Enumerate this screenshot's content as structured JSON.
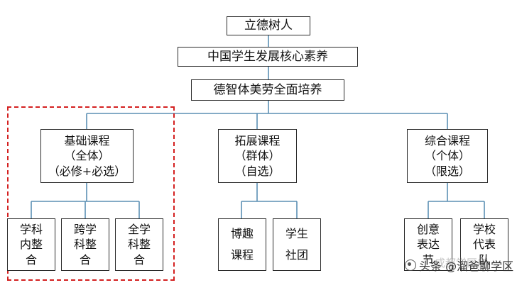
{
  "diagram": {
    "level1": {
      "title": "立德树人"
    },
    "level2": {
      "title": "中国学生发展核心素养"
    },
    "level3": {
      "title": "德智体美劳全面培养"
    },
    "branches": [
      {
        "lines": [
          "基础课程",
          "（全体）",
          "（必修+必选）"
        ],
        "children": [
          {
            "lines": [
              "学科",
              "内整",
              "合"
            ]
          },
          {
            "lines": [
              "跨学",
              "科整",
              "合"
            ]
          },
          {
            "lines": [
              "全学",
              "科整",
              "合"
            ]
          }
        ]
      },
      {
        "lines": [
          "拓展课程",
          "（群体）",
          "（自选）"
        ],
        "children": [
          {
            "lines": [
              "博趣",
              "课程"
            ]
          },
          {
            "lines": [
              "学生",
              "社团"
            ]
          }
        ]
      },
      {
        "lines": [
          "综合课程",
          "（个体）",
          "（限选）"
        ],
        "children": [
          {
            "lines": [
              "创意",
              "表达",
              "节"
            ]
          },
          {
            "lines": [
              "学校",
              "代表",
              "队"
            ]
          }
        ]
      }
    ]
  },
  "watermark": {
    "text": "头条 @溜爸聊学区",
    "ghost": "成都学区房"
  },
  "colors": {
    "connector": "#5b8fb4",
    "dashed_border": "#d42020",
    "box_border": "#2b2b2b"
  }
}
